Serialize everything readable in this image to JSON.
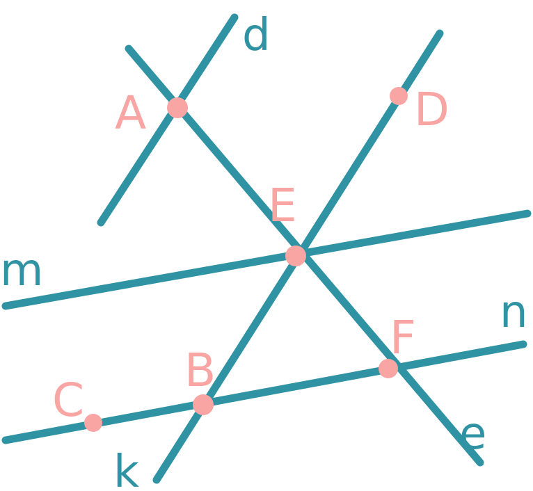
{
  "colors": {
    "line": "#2f93a3",
    "point": "#f8a5a3"
  },
  "lines": {
    "d": "d",
    "e": "e",
    "k": "k",
    "m": "m",
    "n": "n"
  },
  "points": {
    "A": "A",
    "B": "B",
    "C": "C",
    "D": "D",
    "E": "E",
    "F": "F"
  }
}
